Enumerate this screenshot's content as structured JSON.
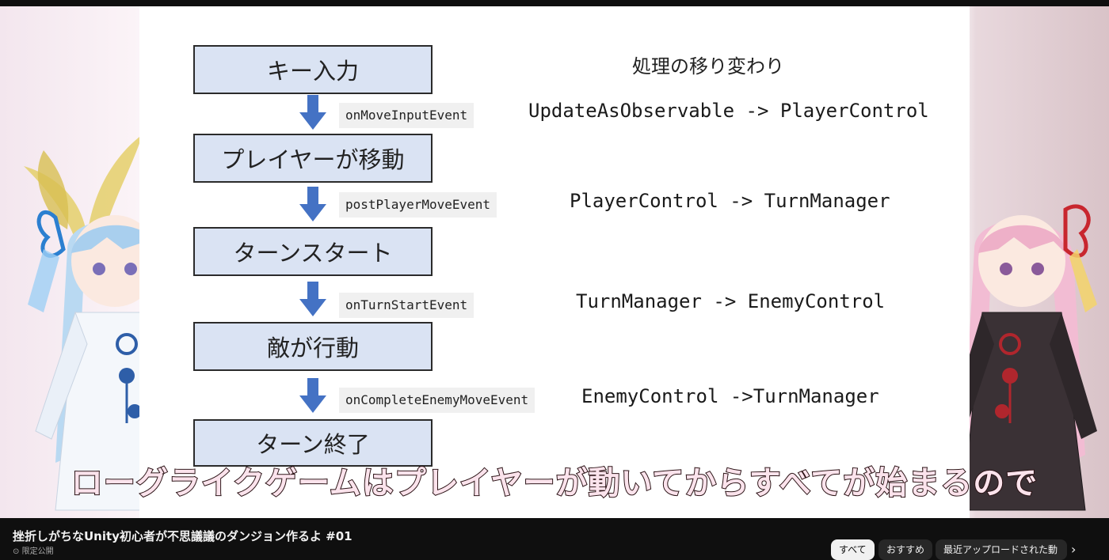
{
  "slide": {
    "heading": "処理の移り変わり",
    "steps": [
      "キー入力",
      "プレイヤーが移動",
      "ターンスタート",
      "敵が行動",
      "ターン終了"
    ],
    "events": [
      "onMoveInputEvent",
      "postPlayerMoveEvent",
      "onTurnStartEvent",
      "onCompleteEnemyMoveEvent"
    ],
    "flows": [
      "UpdateAsObservable -> PlayerControl",
      "PlayerControl -> TurnManager",
      "TurnManager -> EnemyControl",
      "EnemyControl ->TurnManager"
    ]
  },
  "subtitle": "ローグライクゲームはプレイヤーが動いてからすべてが始まるので",
  "video": {
    "title": "挫折しがちなUnity初心者が不思議議のダンジョン作るよ #01",
    "visibility": "限定公開"
  },
  "chips": [
    "すべて",
    "おすすめ",
    "最近アップロードされた動"
  ],
  "colors": {
    "box_fill": "#dae3f3",
    "arrow": "#4472c4"
  }
}
